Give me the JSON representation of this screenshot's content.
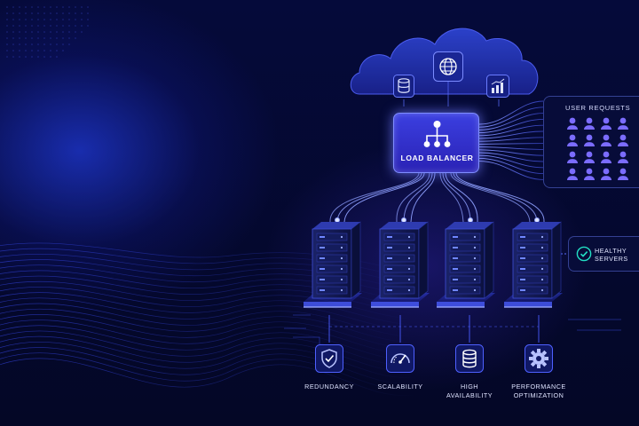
{
  "load_balancer": {
    "label": "LOAD BALANCER",
    "icon": "network-hierarchy-icon"
  },
  "cloud": {
    "icons": [
      "database-icon",
      "globe-icon",
      "bar-chart-icon"
    ]
  },
  "user_requests": {
    "title": "USER REQUESTS",
    "rows": 4,
    "columns": 4,
    "icon": "user-icon"
  },
  "status": {
    "label": "HEALTHY\nSERVERS",
    "icon": "checkmark-icon"
  },
  "servers": {
    "count": 4
  },
  "features": [
    {
      "label": "REDUNDANCY",
      "icon": "shield-check-icon"
    },
    {
      "label": "SCALABILITY",
      "icon": "gauge-icon"
    },
    {
      "label": "HIGH\nAVAILABILITY",
      "icon": "database-icon"
    },
    {
      "label": "PERFORMANCE\nOPTIMIZATION",
      "icon": "gear-icon"
    }
  ],
  "colors": {
    "background": "#040726",
    "accent": "#4a5cff",
    "glow": "#7f8dff",
    "lb_fill": "#2f2ac8",
    "user_icon": "#7b6cff",
    "check": "#22e0c4"
  }
}
